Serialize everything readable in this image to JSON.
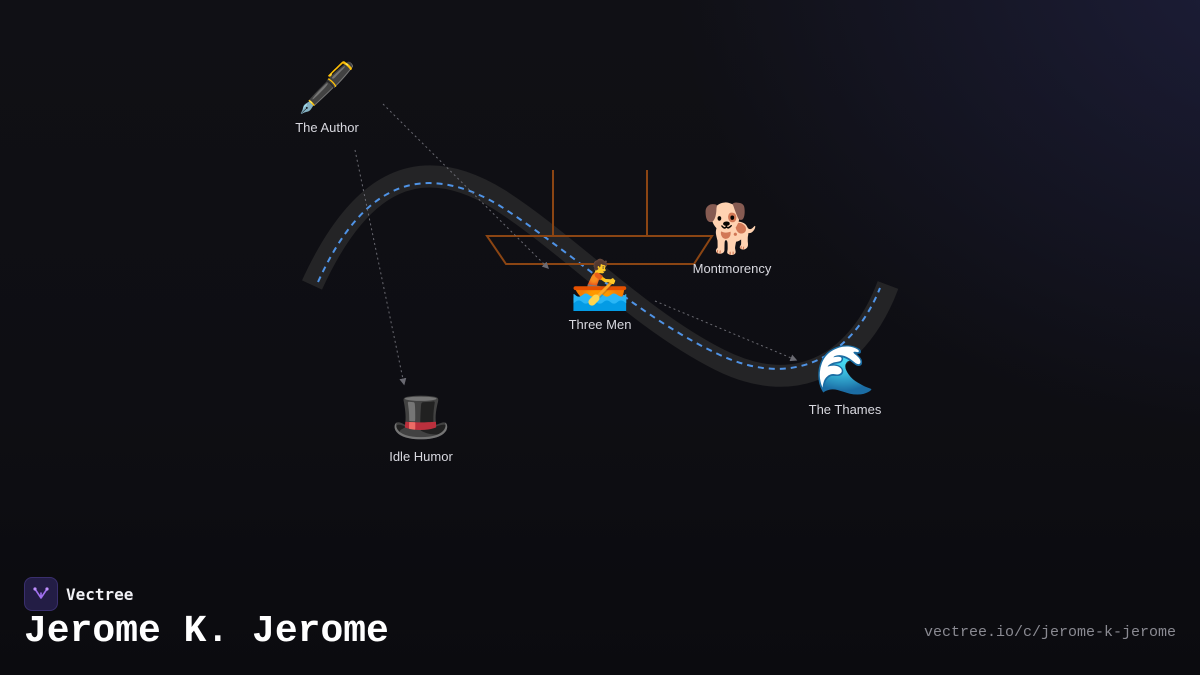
{
  "nodes": [
    {
      "id": "author",
      "label": "The Author",
      "emoji": "🖋️",
      "icon": "fountain-pen-icon"
    },
    {
      "id": "montmorency",
      "label": "Montmorency",
      "emoji": "🐕",
      "icon": "dog-icon"
    },
    {
      "id": "three-men",
      "label": "Three Men",
      "emoji": "🚣",
      "icon": "rowboat-icon"
    },
    {
      "id": "thames",
      "label": "The Thames",
      "emoji": "🌊",
      "icon": "wave-icon"
    },
    {
      "id": "idle-humor",
      "label": "Idle Humor",
      "emoji": "🎩",
      "icon": "top-hat-icon"
    }
  ],
  "brand": {
    "name": "Vectree",
    "icon": "vectree-logo-icon"
  },
  "title": "Jerome K. Jerome",
  "url": "vectree.io/c/jerome-k-jerome",
  "colors": {
    "background": "#0e0e12",
    "river": "#242426",
    "river_dash": "#4f93e6",
    "boat": "#8b4513",
    "arrow": "#6a6a72",
    "label": "#d8d8df",
    "accent": "#231d45"
  }
}
